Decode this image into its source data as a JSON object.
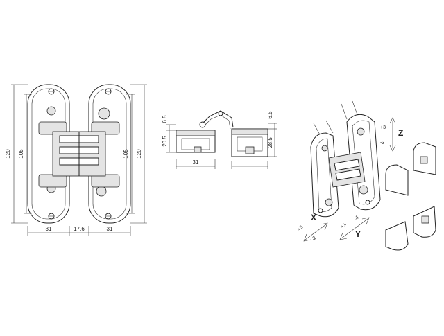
{
  "front_view": {
    "overall_height": "120",
    "body_height": "105",
    "body_height_right": "105",
    "overall_height_right": "120",
    "left_width": "31",
    "gap": "17.6",
    "right_width": "31"
  },
  "side_view": {
    "top_offset_left": "6.5",
    "height_left": "20.5",
    "width": "31",
    "top_offset_right": "6.5",
    "height_right": "28.5"
  },
  "adjustment": {
    "axis_x": "X",
    "axis_y": "Y",
    "axis_z": "Z",
    "x_plus": "+3",
    "x_minus": "-2",
    "y_plus": "+1",
    "y_minus": "-1",
    "z_plus": "+3",
    "z_minus": "-3"
  },
  "colors": {
    "line": "#222222",
    "fill": "#e4e4e4",
    "background": "#ffffff"
  }
}
